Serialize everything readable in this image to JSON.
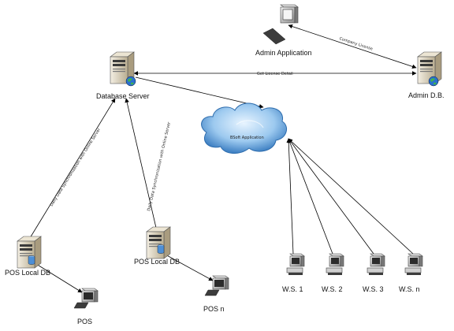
{
  "nodes": {
    "admin_application": "Admin Application",
    "database_server": "Database Server",
    "admin_db": "Admin D.B.",
    "cloud": "BSoft Application",
    "pos_local_db_1": "POS Local DB",
    "pos_local_db_2": "POS Local DB",
    "pos_1": "POS",
    "pos_n": "POS n",
    "ws1": "W.S. 1",
    "ws2": "W.S. 2",
    "ws3": "W.S. 3",
    "wsn": "W.S. n"
  },
  "edges": {
    "company_license": "Company License",
    "get_license_detail": "Get License Detail",
    "sync_1": "Daily Data Synchronization with Online Server",
    "sync_2": "Daily Data Synchronization with Online Server"
  },
  "colors": {
    "line": "#000000",
    "server_body": "#d8d0bd",
    "cloud_light": "#c9e3f7",
    "cloud_dark": "#3d7fc2",
    "globe": "#2a6fd0"
  }
}
